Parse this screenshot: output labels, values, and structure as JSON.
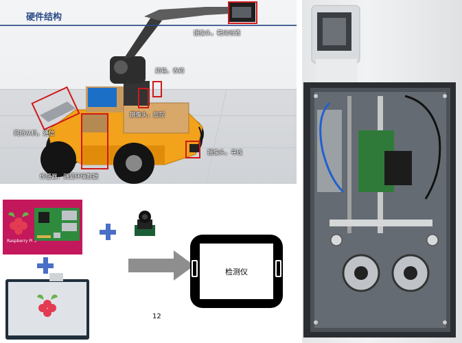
{
  "slide": {
    "title": "硬件结构",
    "page_number": "12"
  },
  "robot_photo": {
    "annotations": {
      "camera_arm": "摄像头，靶向喷洒",
      "spray": "药箱，农药",
      "camera_mid": "摄像头，监控",
      "bridge": "网桥从机，通信",
      "camera_track": "摄像头，寻线",
      "sensor": "传感器，测量环境数据"
    },
    "highlight_color": "#d01818"
  },
  "diagram": {
    "rpi_label": "Raspberry Pi 3",
    "device_label": "检测仪",
    "brand_color": "#c3185b",
    "plus_color": "#4a6fc7"
  }
}
